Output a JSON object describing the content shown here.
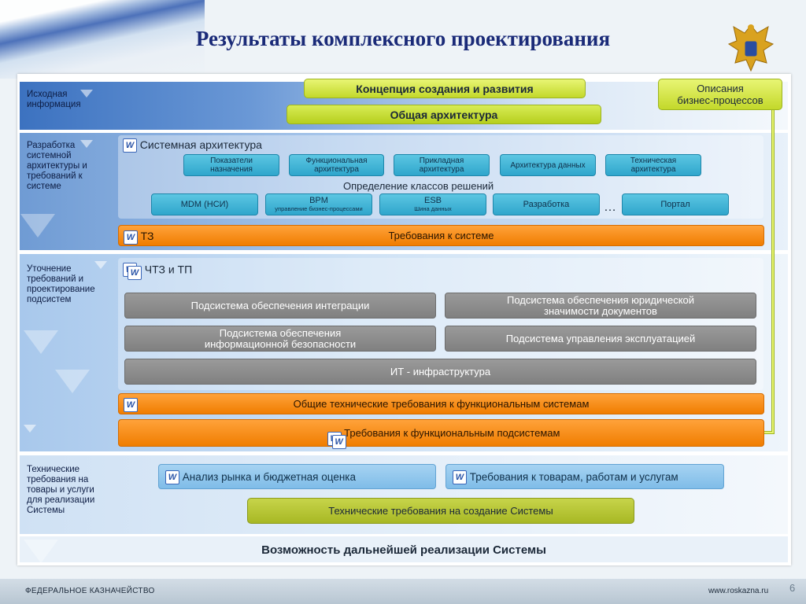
{
  "title": "Результаты комплексного проектирования",
  "stages": {
    "s1": "Исходная\nинформация",
    "s2": "Разработка\nсистемной\nархитектуры и\nтребований к\nсистеме",
    "s3": "Уточнение\nтребований и\nпроектирование\nподсистем",
    "s4": "Технические\nтребования на\nтовары и услуги\nдля реализации\nСистемы"
  },
  "top": {
    "concept": "Концепция создания и развития",
    "arch": "Общая архитектура",
    "bp_line1": "Описания",
    "bp_line2": "бизнес-процессов"
  },
  "sys": {
    "title": "Системная архитектура",
    "boxes": [
      {
        "l1": "Показатели",
        "l2": "назначения"
      },
      {
        "l1": "Функциональная",
        "l2": "архитектура"
      },
      {
        "l1": "Прикладная",
        "l2": "архитектура"
      },
      {
        "l1": "Архитектура данных",
        "l2": ""
      },
      {
        "l1": "Техническая",
        "l2": "архитектура"
      }
    ],
    "classes_title": "Определение классов решений",
    "classes": [
      {
        "l1": "MDM (НСИ)",
        "l2": ""
      },
      {
        "l1": "BPM",
        "l2": "управление бизнес-процессами"
      },
      {
        "l1": "ESB",
        "l2": "Шина данных"
      },
      {
        "l1": "Разработка",
        "l2": ""
      },
      {
        "l1": "Портал",
        "l2": ""
      }
    ],
    "ellipsis": "…",
    "tz_label": "ТЗ",
    "tz_text": "Требования к системе"
  },
  "sub": {
    "title": "ЧТЗ и ТП",
    "integration": "Подсистема обеспечения интеграции",
    "legal_l1": "Подсистема обеспечения юридической",
    "legal_l2": "значимости документов",
    "security_l1": "Подсистема обеспечения",
    "security_l2": "информационной безопасности",
    "exploit": "Подсистема управления эксплуатацией",
    "infra": "ИТ - инфраструктура",
    "common_req": "Общие технические требования к функциональным системам",
    "func_req": "Требования к функциональным подсистемам"
  },
  "tech": {
    "market": "Анализ рынка и бюджетная оценка",
    "goods": "Требования к товарам, работам и услугам",
    "creation": "Технические требования на создание Системы"
  },
  "final": "Возможность дальнейшей реализации Системы",
  "footer": {
    "org": "ФЕДЕРАЛЬНОЕ КАЗНАЧЕЙСТВО",
    "site": "www.roskazna.ru",
    "page": "6"
  },
  "icons": {
    "doc": "W"
  },
  "colors": {
    "title": "#1a2a78",
    "green": "#c3d82a",
    "orange": "#f07d00",
    "teal": "#2fa6cc",
    "gray": "#808080"
  }
}
